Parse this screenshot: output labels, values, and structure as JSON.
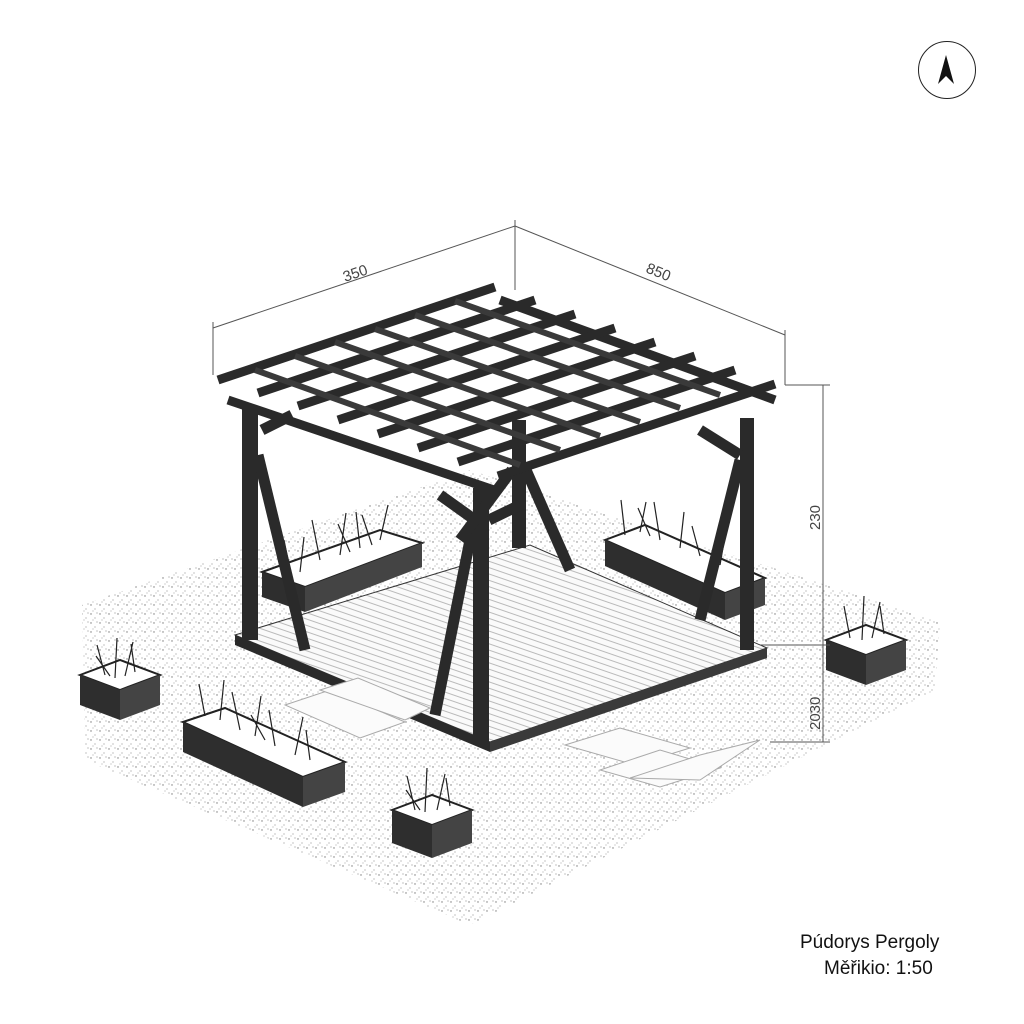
{
  "dimensions": {
    "width_left": "350",
    "width_right": "850",
    "height_upper": "230",
    "height_lower": "2030"
  },
  "title_block": {
    "title": "Púdorys Pergoly",
    "scale": "Měřikio: 1:50"
  },
  "icons": {
    "north": "north-arrow-icon"
  },
  "colors": {
    "structure": "#2a2a2a",
    "gravel": "#888888",
    "background": "#ffffff"
  }
}
